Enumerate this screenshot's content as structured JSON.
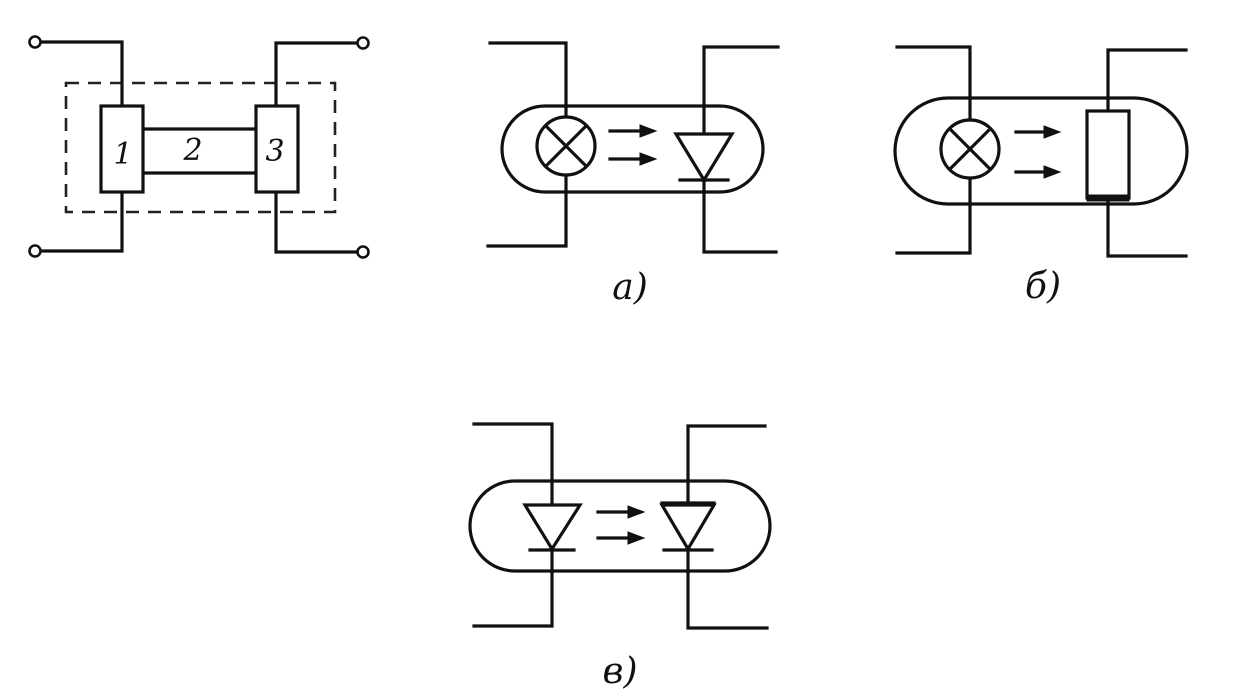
{
  "figure_general": {
    "block_labels": [
      "1",
      "2",
      "3"
    ]
  },
  "captions": {
    "a": "а)",
    "b": "б)",
    "v": "в)"
  }
}
